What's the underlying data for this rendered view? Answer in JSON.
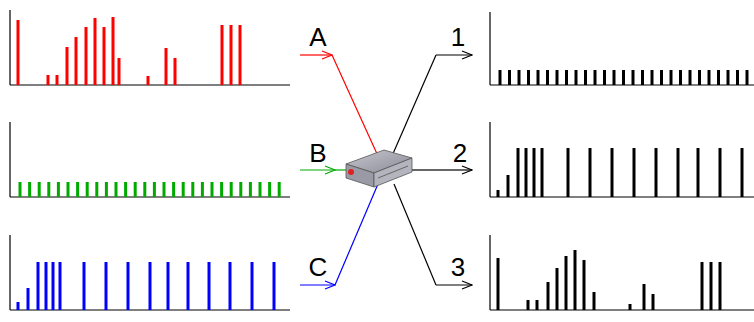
{
  "diagram": {
    "labels": [
      "A",
      "1",
      "B",
      "2",
      "C",
      "3"
    ]
  }
}
